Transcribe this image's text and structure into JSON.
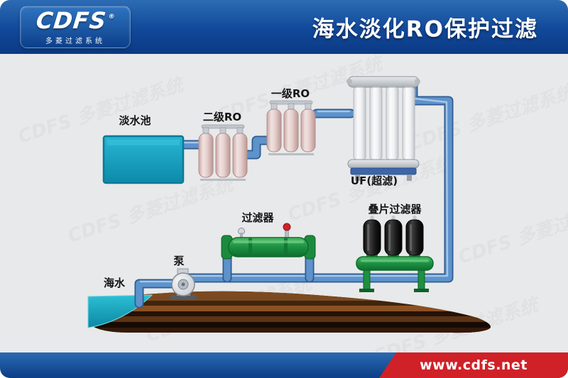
{
  "header": {
    "logo": {
      "text": "CDFS",
      "reg": "®",
      "subtext": "多菱过滤系统"
    },
    "title": "海水淡化RO保护过滤"
  },
  "watermark": {
    "text": "CDFS 多菱过滤系统"
  },
  "diagram": {
    "labels": {
      "freshwater_tank": "淡水池",
      "second_ro": "二级RO",
      "first_ro": "一级RO",
      "uf": "UF(超滤)",
      "filter": "过滤器",
      "disc_filter": "叠片过滤器",
      "pump": "泵",
      "seawater": "海水"
    },
    "colors": {
      "pipe_blue": "#5d92cb",
      "tank_teal": "#12a5c6",
      "equipment_green": "#1e9445",
      "ro_pink": "#e7d3d1",
      "ground_brown": "#5d3315"
    }
  },
  "footer": {
    "url": "www.cdfs.net"
  }
}
